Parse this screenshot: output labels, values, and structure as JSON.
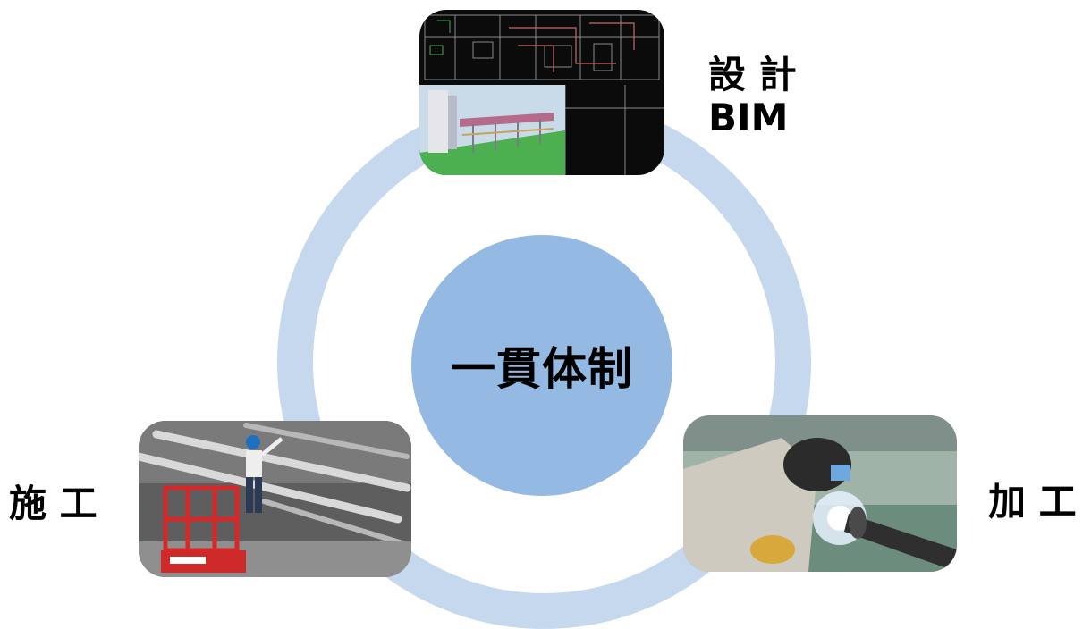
{
  "center": {
    "label": "一貫体制"
  },
  "nodes": {
    "design": {
      "label_line1": "設 計",
      "label_line2": "BIM"
    },
    "fabrication": {
      "label": "加 工"
    },
    "construction": {
      "label": "施 工"
    }
  },
  "colors": {
    "ring": "#c5d8ee",
    "center_disc": "#94bae3",
    "text": "#000000"
  }
}
